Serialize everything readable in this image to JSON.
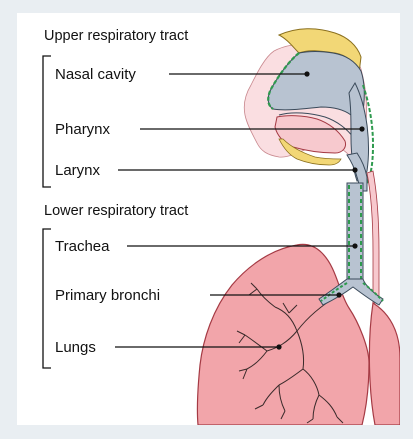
{
  "diagram": {
    "sections": [
      {
        "title": "Upper respiratory tract",
        "parts": [
          "Nasal cavity",
          "Pharynx",
          "Larynx"
        ]
      },
      {
        "title": "Lower respiratory tract",
        "parts": [
          "Trachea",
          "Primary bronchi",
          "Lungs"
        ]
      }
    ],
    "colors": {
      "lung_fill": "#f2a5aa",
      "lung_stroke": "#a53a44",
      "airway_fill": "#b8c3d1",
      "airway_lining": "#2e9a4e",
      "bone_fill": "#f2d776",
      "tissue_fill": "#f7c9ce",
      "background": "#e9eef2"
    }
  }
}
